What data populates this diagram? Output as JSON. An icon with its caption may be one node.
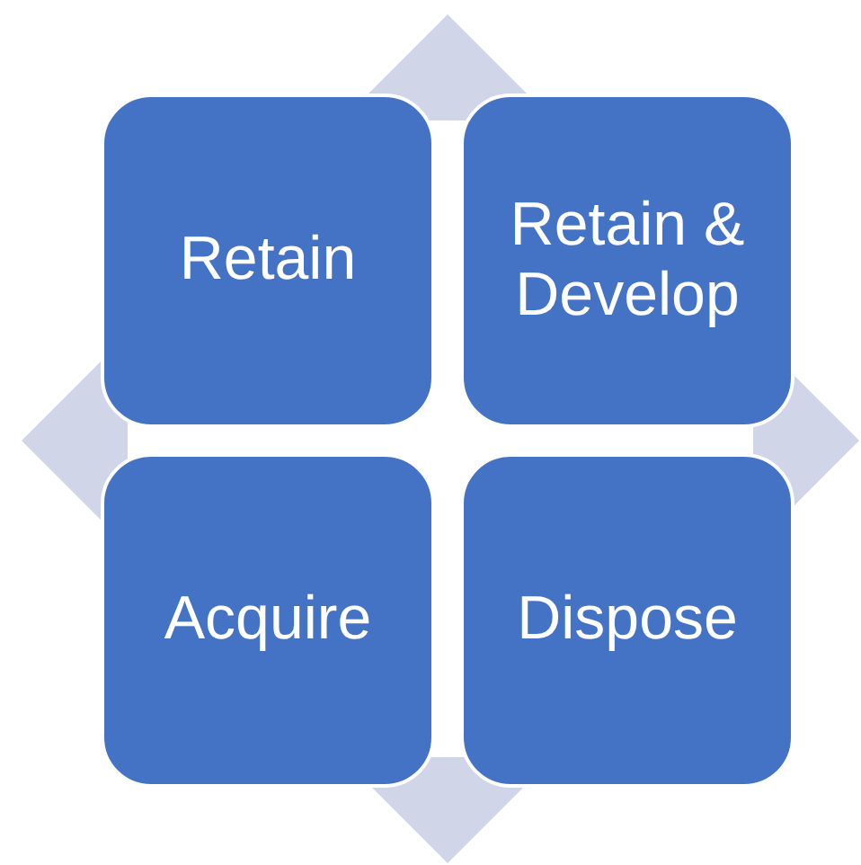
{
  "diagram": {
    "nodes": [
      {
        "text": [
          "Retain"
        ]
      },
      {
        "text": [
          "Retain & Develop"
        ]
      },
      {
        "text": [
          "Acquire"
        ]
      },
      {
        "text": [
          "Dispose"
        ]
      }
    ]
  }
}
